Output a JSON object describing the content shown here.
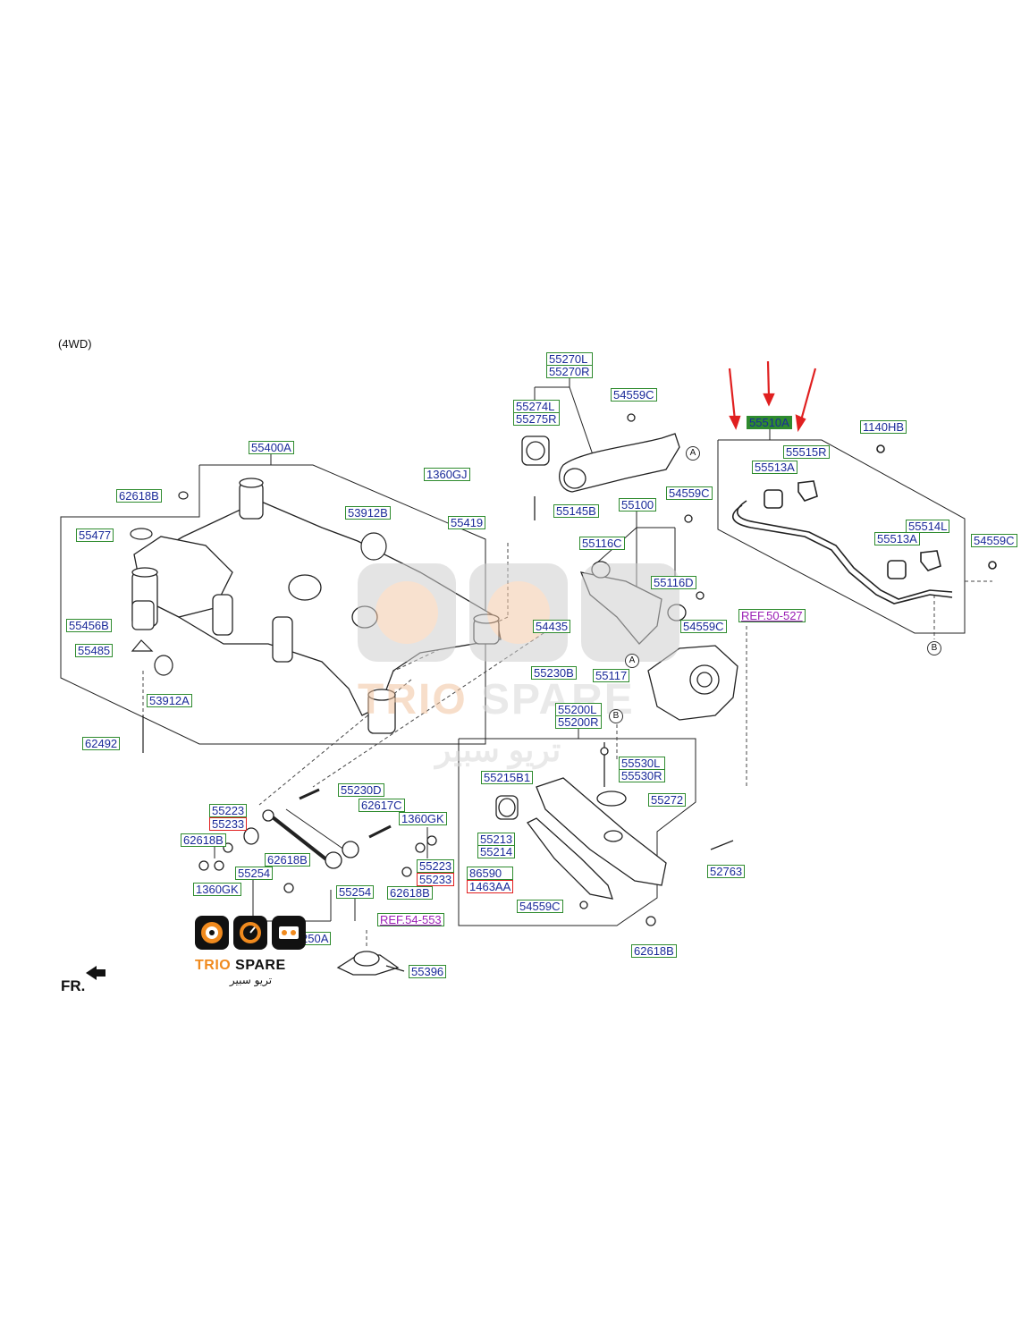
{
  "variant": "(4WD)",
  "front_marker": "FR.",
  "callouts": [
    "A",
    "A",
    "B",
    "B"
  ],
  "highlight_color": "#2e8b2e",
  "arrow_color": "#e02020",
  "brand": {
    "name": "TRIO SPARE",
    "name_ar": "تريو سبير",
    "trio": "TRIO",
    "spare": "SPARE",
    "icons": [
      "disc-brake-icon",
      "speedometer-icon",
      "engine-icon"
    ]
  },
  "part_labels": {
    "p55270": [
      "55270L",
      "55270R"
    ],
    "p55274": [
      "55274L",
      "55275R"
    ],
    "p54559c_top": "54559C",
    "p55510a": "55510A",
    "p1140hb": "1140HB",
    "p55515r": "55515R",
    "p55513a_top": "55513A",
    "p55400a": "55400A",
    "p62618b_left": "62618B",
    "p1360gj": "1360GJ",
    "p55419": "55419",
    "p53912b": "53912B",
    "p55477": "55477",
    "p55145b": "55145B",
    "p54559c_mid": "54559C",
    "p55100": "55100",
    "p55116c": "55116C",
    "p55514l": "55514L",
    "p55513a_low": "55513A",
    "p54559c_right": "54559C",
    "p55116d": "55116D",
    "p55456b": "55456B",
    "p54435": "54435",
    "p54559c_knuckle": "54559C",
    "ref_50_527": "REF.50-527",
    "p55485": "55485",
    "p55117": "55117",
    "p55230b": "55230B",
    "p53912a": "53912A",
    "p55200": [
      "55200L",
      "55200R"
    ],
    "p62492": "62492",
    "p55530": [
      "55530L",
      "55530R"
    ],
    "p55215b1": "55215B1",
    "p55230d": "55230D",
    "p55272": "55272",
    "p55223_left": [
      "55223",
      "55233"
    ],
    "p62617c": "62617C",
    "p1360gk_top": "1360GK",
    "p62618b_l2": "62618B",
    "p55213": [
      "55213",
      "55214"
    ],
    "p62618b_mid": "62618B",
    "p55223_mid": [
      "55223",
      "55233"
    ],
    "p52763": "52763",
    "p55254_a": "55254",
    "p86590": [
      "86590",
      "1463AA"
    ],
    "p1360gk_low": "1360GK",
    "p55254_b": "55254",
    "p62618b_mid2": "62618B",
    "p54559c_bottom": "54559C",
    "ref_54_553": "REF.54-553",
    "p250a": "250A",
    "p62618b_bottom": "62618B",
    "p55396": "55396"
  }
}
